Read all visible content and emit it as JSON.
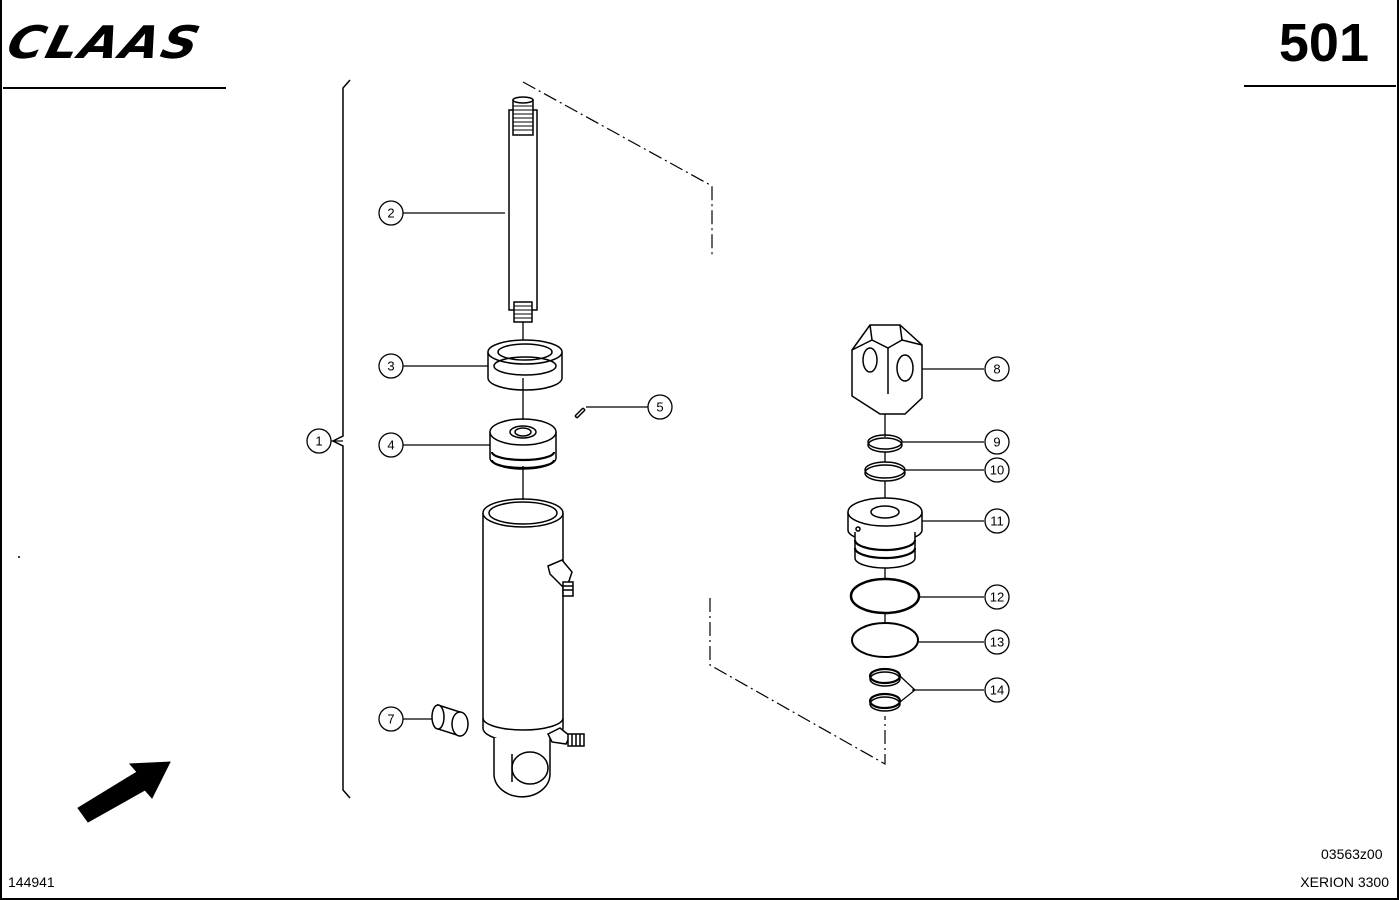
{
  "header": {
    "brand": "CLAAS",
    "page_number": "501"
  },
  "footer": {
    "drawing_number": "03563z00",
    "sheet_id": "144941",
    "model": "XERION 3300"
  },
  "callouts": [
    {
      "id": "1",
      "part": "hydraulic-cylinder-assembly"
    },
    {
      "id": "2",
      "part": "piston-rod"
    },
    {
      "id": "3",
      "part": "guide-ring"
    },
    {
      "id": "4",
      "part": "piston"
    },
    {
      "id": "5",
      "part": "set-screw"
    },
    {
      "id": "7",
      "part": "bushing"
    },
    {
      "id": "8",
      "part": "clevis"
    },
    {
      "id": "9",
      "part": "ring"
    },
    {
      "id": "10",
      "part": "ring"
    },
    {
      "id": "11",
      "part": "cylinder-head"
    },
    {
      "id": "12",
      "part": "o-ring"
    },
    {
      "id": "13",
      "part": "o-ring"
    },
    {
      "id": "14",
      "part": "seal-pair"
    }
  ]
}
